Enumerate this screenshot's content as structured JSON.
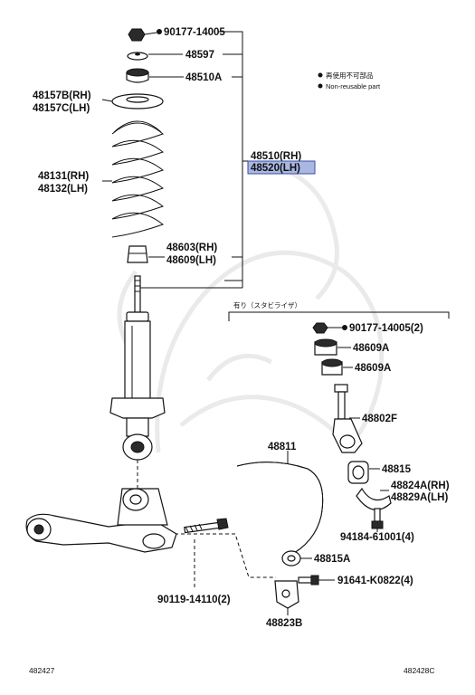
{
  "diagram": {
    "legend": {
      "jp": "再使用不可部品",
      "en": "Non-reusable part"
    },
    "stabilizer_group_title": "有り（スタビライザ）",
    "figure_code_left": "482427",
    "figure_code_right": "482428C",
    "labels": {
      "nut_top": "90177-14005",
      "p48597": "48597",
      "p48510A": "48510A",
      "p48157": "48157B(RH)",
      "p48157c": "48157C(LH)",
      "p48510": "48510(RH)",
      "p48520": "48520(LH)",
      "p48131": "48131(RH)",
      "p48132": "48132(LH)",
      "p48603": "48603(RH)",
      "p48609": "48609(LH)",
      "stab_nut": "90177-14005(2)",
      "p48609A_1": "48609A",
      "p48609A_2": "48609A",
      "p48802F": "48802F",
      "p48811": "48811",
      "p48815": "48815",
      "p48824": "48824A(RH)",
      "p48829": "48829A(LH)",
      "p94184": "94184-61001(4)",
      "p48815A": "48815A",
      "p91641": "91641-K0822(4)",
      "p90119": "90119-14110(2)",
      "p48823B": "48823B"
    },
    "highlight_color": "#a9b7e3"
  }
}
